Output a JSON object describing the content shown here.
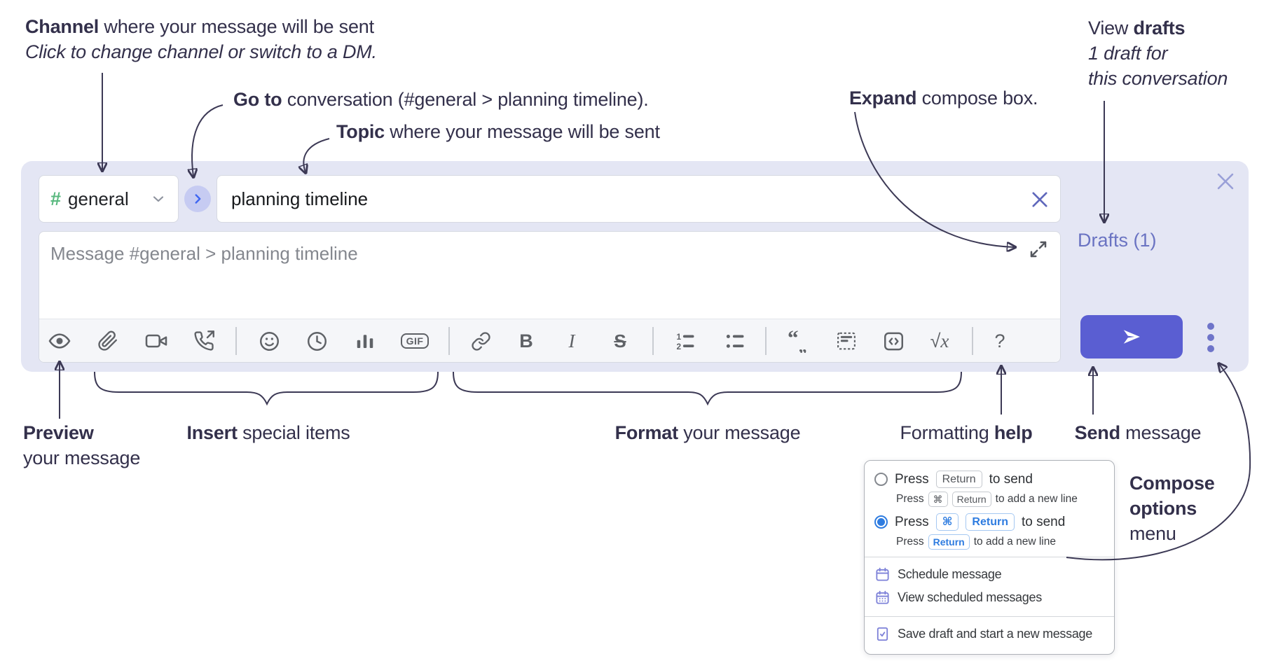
{
  "colors": {
    "annotation": "#33304b",
    "compose_background": "#e4e6f4",
    "hash_green": "#58b87e",
    "go_chevron_blue": "#3f66f2",
    "drafts_link": "#6a73c2",
    "toolbar_icon_gray": "#5f6267",
    "send_button": "#5a5ed2",
    "ellipsis_purple": "#6e74c9",
    "radio_selected_blue": "#2e7ce0",
    "menu_icon_purple": "#7d81d8"
  },
  "annotations": {
    "channel": {
      "bold": "Channel",
      "rest": " where your message will be sent",
      "sub": "Click to change channel or switch to a DM."
    },
    "goto": {
      "bold": "Go to",
      "rest": " conversation (#general > planning timeline)."
    },
    "topic": {
      "bold": "Topic",
      "rest": " where your message will be sent"
    },
    "expand": {
      "bold": "Expand",
      "rest": " compose box."
    },
    "view_drafts": {
      "pre": "View ",
      "bold": "drafts",
      "line2": "1 draft for",
      "line3": "this conversation"
    },
    "preview": {
      "bold": "Preview",
      "line2": "your message"
    },
    "insert": {
      "bold": "Insert",
      "rest": " special items"
    },
    "format": {
      "bold": "Format",
      "rest": " your message"
    },
    "help": {
      "pre": "Formatting ",
      "bold": "help"
    },
    "send": {
      "bold": "Send",
      "rest": " message"
    },
    "compose_options": {
      "line1": "Compose",
      "line2": "options",
      "line3": "menu"
    }
  },
  "compose": {
    "channel": {
      "hash": "#",
      "name": "general"
    },
    "topic_value": "planning timeline",
    "message_placeholder": "Message #general > planning timeline",
    "drafts_label": "Drafts (1)",
    "toolbar": {
      "bold": "B",
      "italic": "I",
      "strike": "S",
      "gif": "GIF",
      "math_radical": "√",
      "math_var": "x",
      "help": "?"
    },
    "toolbar_icons": [
      "preview-eye",
      "attach-file",
      "video-call",
      "voice-call",
      "emoji",
      "time",
      "poll",
      "gif",
      "link",
      "bold",
      "italic",
      "strikethrough",
      "numbered-list",
      "bulleted-list",
      "quote",
      "spoiler",
      "code",
      "math",
      "help"
    ]
  },
  "options_menu": {
    "option1": {
      "pre": "Press",
      "key": "Return",
      "post": "to send",
      "selected": false,
      "sub": {
        "pre": "Press",
        "key1": "⌘",
        "key2": "Return",
        "post": "to add a new line"
      }
    },
    "option2": {
      "pre": "Press",
      "key1": "⌘",
      "key2": "Return",
      "post": "to send",
      "selected": true,
      "sub": {
        "pre": "Press",
        "key": "Return",
        "post": "to add a new line"
      }
    },
    "items": [
      {
        "icon": "calendar-icon",
        "label": "Schedule message"
      },
      {
        "icon": "calendar-grid-icon",
        "label": "View scheduled messages"
      },
      {
        "icon": "save-draft-icon",
        "label": "Save draft and start a new message"
      }
    ]
  }
}
